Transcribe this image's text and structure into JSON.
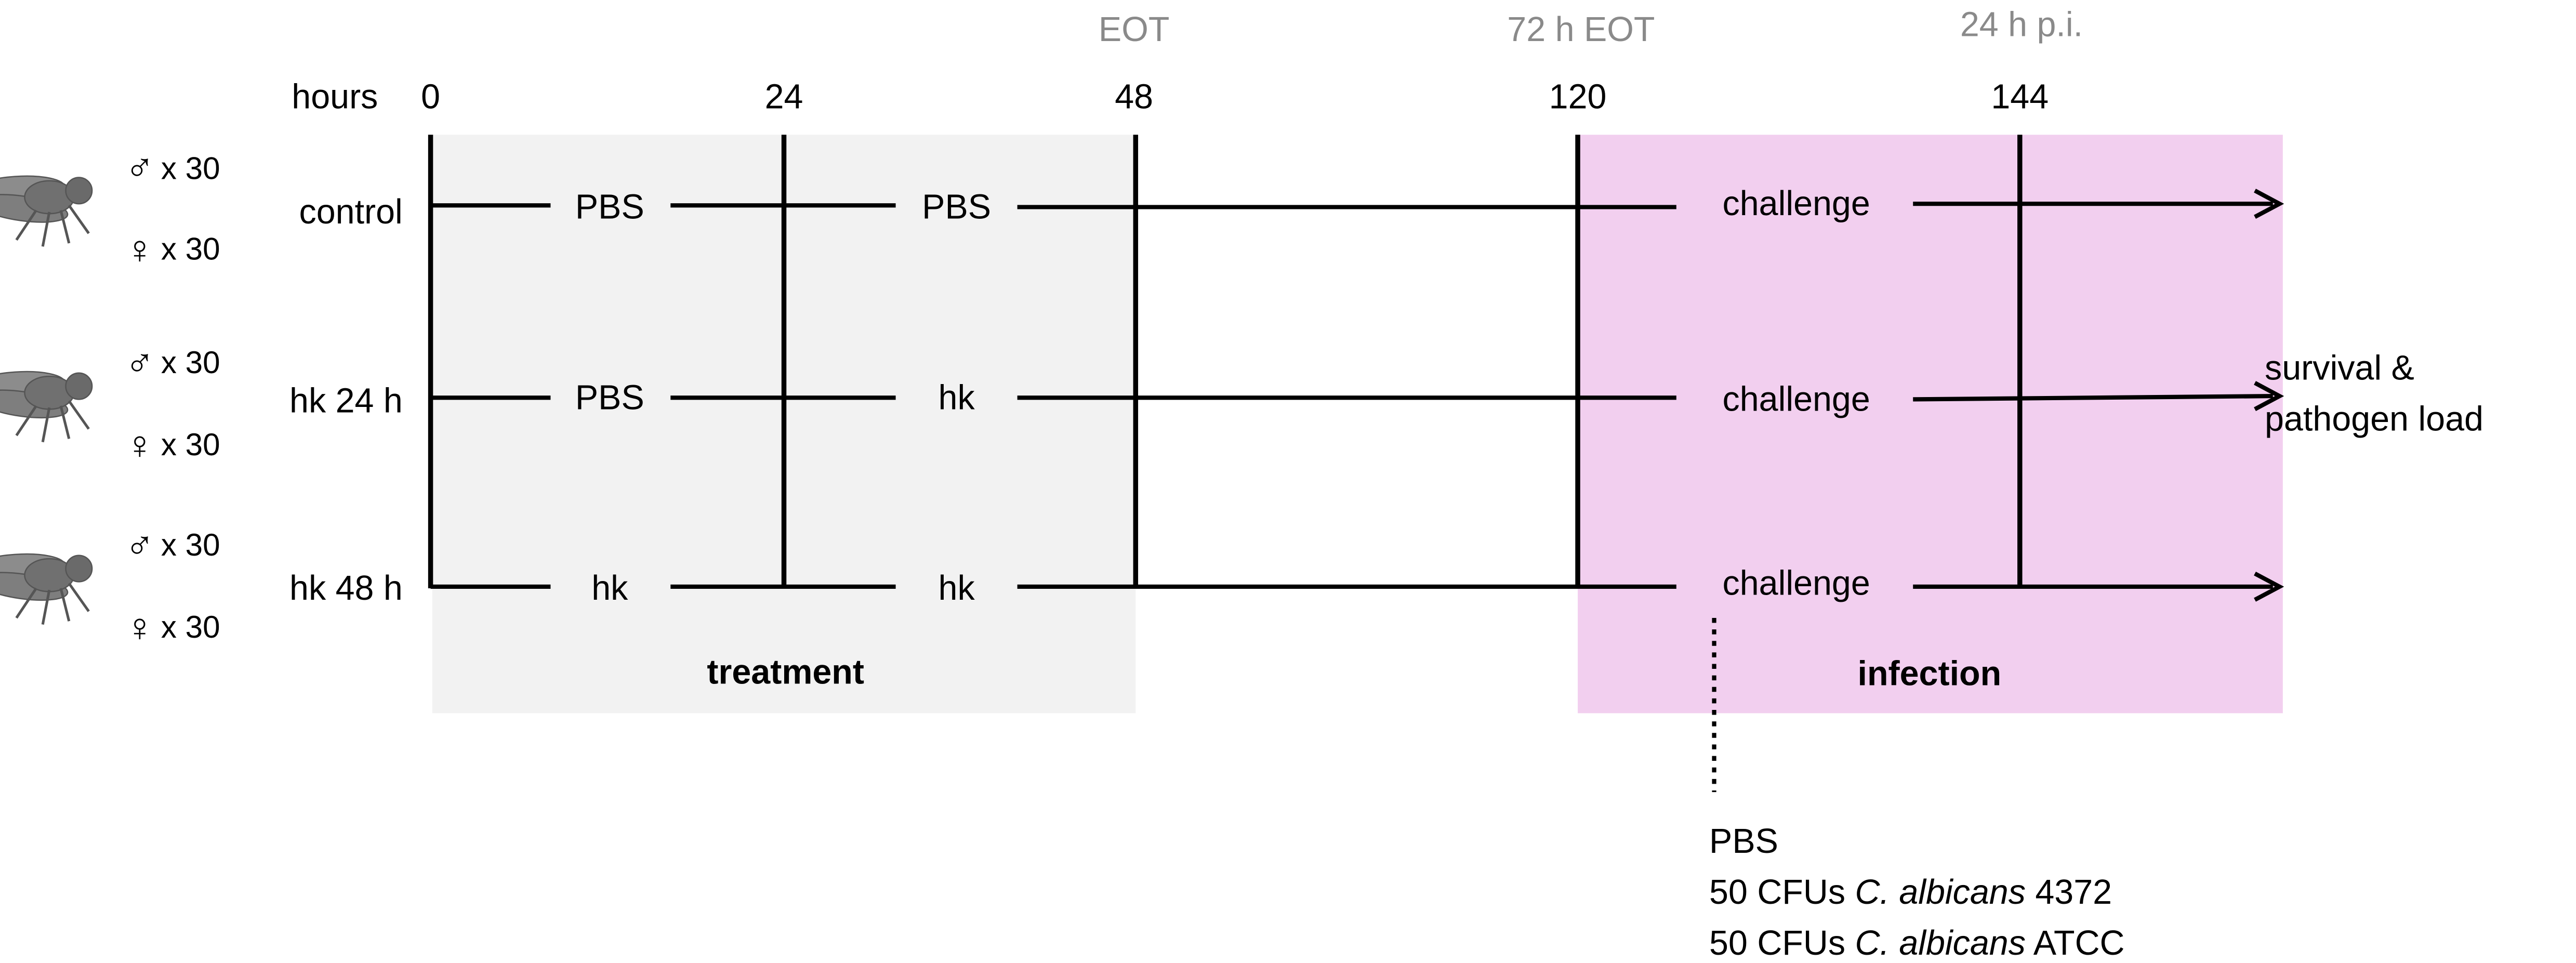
{
  "timeline": {
    "axis_label": "hours",
    "hour_ticks": [
      "0",
      "24",
      "48",
      "120",
      "144"
    ],
    "top_annotations": {
      "at_48": "EOT",
      "at_120": "72 h EOT",
      "at_144": "24 h p.i."
    }
  },
  "groups": [
    {
      "label": "control",
      "male": "♂",
      "female": "♀",
      "count_label": "x 30",
      "treatment_1": "PBS",
      "treatment_2": "PBS",
      "infection": "challenge"
    },
    {
      "label": "hk 24 h",
      "male": "♂",
      "female": "♀",
      "count_label": "x 30",
      "treatment_1": "PBS",
      "treatment_2": "hk",
      "infection": "challenge"
    },
    {
      "label": "hk 48 h",
      "male": "♂",
      "female": "♀",
      "count_label": "x 30",
      "treatment_1": "hk",
      "treatment_2": "hk",
      "infection": "challenge"
    }
  ],
  "phases": {
    "treatment": "treatment",
    "infection": "infection"
  },
  "outcome": {
    "line1": "survival &",
    "line2": "pathogen load"
  },
  "challenge_options": {
    "line1": "PBS",
    "line2_prefix": "50 CFUs ",
    "line2_species": "C. albicans",
    "line2_strain": " 4372",
    "line3_prefix": "50 CFUs ",
    "line3_species": "C. albicans",
    "line3_strain": " ATCC"
  },
  "colors": {
    "treatment_box": "#f2f2f2",
    "infection_box": "#f2cfef",
    "annotation_gray": "#8a8a8a",
    "fly_body": "#808080"
  },
  "icons": [
    "fly-icon",
    "male-symbol",
    "female-symbol",
    "arrow-right-icon"
  ]
}
